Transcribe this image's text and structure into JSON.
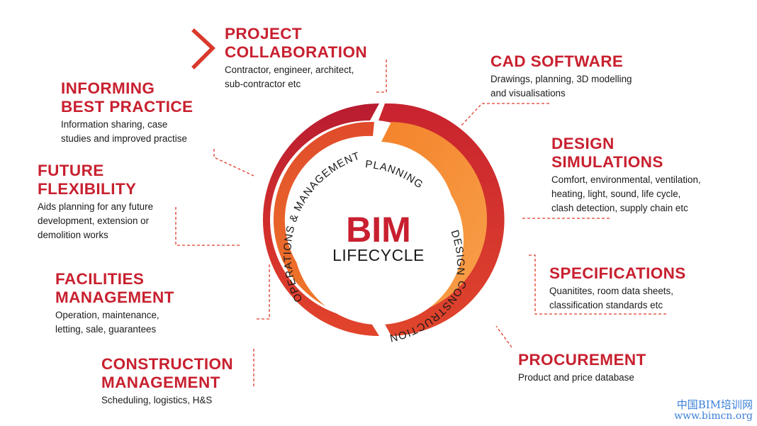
{
  "center": {
    "title": "BIM",
    "subtitle": "LIFECYCLE"
  },
  "ring_phases": [
    "PLANNING",
    "DESIGN",
    "CONSTRUCTION",
    "OPERATIONS & MANAGEMENT"
  ],
  "items": [
    {
      "key": "project-collaboration",
      "head": [
        "PROJECT",
        "COLLABORATION"
      ],
      "desc": [
        "Contractor, engineer, architect,",
        "sub-contractor etc"
      ]
    },
    {
      "key": "cad-software",
      "head": [
        "CAD SOFTWARE"
      ],
      "desc": [
        "Drawings, planning, 3D modelling",
        "and visualisations"
      ]
    },
    {
      "key": "design-simulations",
      "head": [
        "DESIGN",
        "SIMULATIONS"
      ],
      "desc": [
        "Comfort, environmental, ventilation,",
        "heating, light, sound, life cycle,",
        "clash detection, supply chain etc"
      ]
    },
    {
      "key": "specifications",
      "head": [
        "SPECIFICATIONS"
      ],
      "desc": [
        "Quanitites, room data sheets,",
        "classification standards etc"
      ]
    },
    {
      "key": "procurement",
      "head": [
        "PROCUREMENT"
      ],
      "desc": [
        "Product and price database"
      ]
    },
    {
      "key": "construction-management",
      "head": [
        "CONSTRUCTION",
        "MANAGEMENT"
      ],
      "desc": [
        "Scheduling, logistics, H&S"
      ]
    },
    {
      "key": "facilities-management",
      "head": [
        "FACILITIES",
        "MANAGEMENT"
      ],
      "desc": [
        "Operation, maintenance,",
        "letting, sale, guarantees"
      ]
    },
    {
      "key": "future-flexibility",
      "head": [
        "FUTURE",
        "FLEXIBILITY"
      ],
      "desc": [
        "Aids planning for any future",
        "development, extension or",
        "demolition works"
      ]
    },
    {
      "key": "informing-best-practice",
      "head": [
        "INFORMING",
        "BEST PRACTICE"
      ],
      "desc": [
        "Information sharing, case",
        "studies and improved practise"
      ]
    }
  ],
  "watermark": {
    "line1": "中国BIM培训网",
    "line2": "www.bimcn.org"
  },
  "colors": {
    "accent": "#c8202f",
    "ring_outer": "#c01f33",
    "ring_inner": "#ef6a22",
    "orange": "#f58a24",
    "dashed": "#e03a2a"
  }
}
